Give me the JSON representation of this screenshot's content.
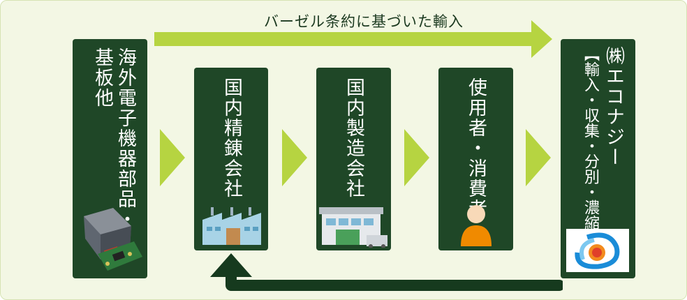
{
  "top_label": "バーゼル条約に基づいた輸入",
  "boxes": [
    {
      "lines": [
        "海外電子機器部品・",
        "基板他"
      ]
    },
    {
      "lines": [
        "国内精錬会社"
      ]
    },
    {
      "lines": [
        "国内製造会社"
      ]
    },
    {
      "lines": [
        "使用者・消費者"
      ]
    },
    {
      "lines": [
        "㈱エコナジー",
        "【輸入・収集・分別・濃縮】"
      ]
    }
  ],
  "colors": {
    "box": "#1f4727",
    "arrow_light": "#b6d441",
    "arrow_dark": "#163a1e",
    "bg": "#f3f7e4"
  }
}
